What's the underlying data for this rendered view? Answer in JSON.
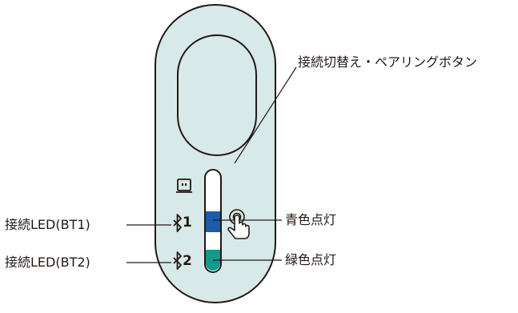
{
  "callouts": {
    "button": "接続切替え・ペアリングボタン",
    "blue": "青色点灯",
    "green": "緑色点灯",
    "bt1": "接続LED(BT1)",
    "bt2": "接続LED(BT2)"
  },
  "led_marks": {
    "bt1_number": "1",
    "bt2_number": "2"
  },
  "colors": {
    "body_fill": "#d7e9e8",
    "outline": "#231815",
    "led_blue": "#1d5aa8",
    "led_green": "#109a8b"
  }
}
